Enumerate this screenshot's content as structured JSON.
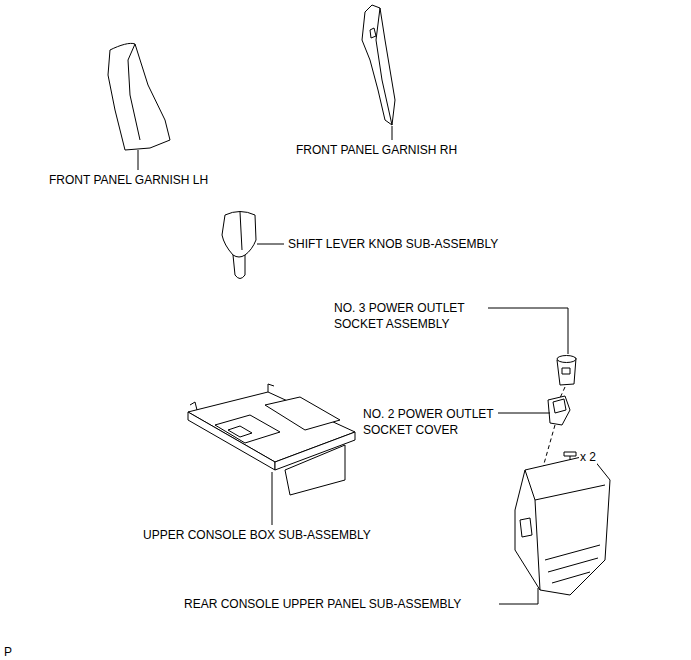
{
  "diagram": {
    "labels": [
      "FRONT PANEL GARNISH LH",
      "FRONT PANEL GARNISH RH",
      "SHIFT LEVER KNOB SUB-ASSEMBLY",
      "NO. 3 POWER OUTLET SOCKET ASSEMBLY",
      "NO. 2 POWER OUTLET SOCKET COVER",
      "x 2",
      "UPPER CONSOLE BOX SUB-ASSEMBLY",
      "REAR CONSOLE UPPER PANEL SUB-ASSEMBLY",
      "P"
    ]
  }
}
